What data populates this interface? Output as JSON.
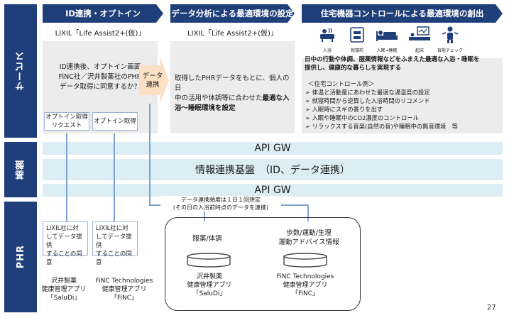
{
  "sidebar": {
    "service": "サービス",
    "base": "基盤",
    "phr": "PHR"
  },
  "columns": [
    {
      "title": "ID連携・オプトイン",
      "product": "LIXIL「Life Assist2+(仮)」"
    },
    {
      "title": "データ分析による最適環境の設定",
      "product": "LIXIL「Life Assist2+(仮)」"
    },
    {
      "title": "住宅機器コントロールによる最適環境の創出"
    }
  ],
  "optin": {
    "question_lines": [
      "ID連携後、オプトイン画面",
      "FiNC社／沢井製薬社のPHR",
      "データ取得に同意するか？"
    ],
    "request_lines": [
      "オプトイン取得",
      "リクエスト"
    ],
    "acquire": "オプトイン取得"
  },
  "data_link_arrow": [
    "データ",
    "連携"
  ],
  "analysis": {
    "lines": [
      "取得したPHRデータをもとに、個人の日",
      "中の活用や体調等に合わせた"
    ],
    "bold_inline": "最適な入",
    "bold_line": "浴～睡眠環境を設定"
  },
  "icons": [
    {
      "name": "bath",
      "label": "入浴"
    },
    {
      "name": "dressing",
      "label": "就寝前"
    },
    {
      "name": "bed-entry",
      "label": "入眠→睡眠"
    },
    {
      "name": "sleep-monitor",
      "label": "起床"
    },
    {
      "name": "health-check",
      "label": "官能チェック"
    }
  ],
  "control": {
    "headline_1": "日中の行動や体調、服薬情報などをふまえた最適な入浴・睡眠を",
    "headline_2": "提供し、健康的な暮らしを実現する",
    "example_title": "＜住宅コントロール例＞",
    "examples": [
      "体温と活動量にあわせた最適な湯温度の設定",
      "就寝時間から逆算した入浴時間のリコメンド",
      "入眠時にスギの香りを出す",
      "入眠や睡眠中のCO2濃度のコントロール",
      "リラックスする音楽(自然の音)や睡眠中の無音環境　等"
    ],
    "bullet": "➢"
  },
  "platform": {
    "api_top": "API GW",
    "core": "情報連携基盤　（ID、データ連携）",
    "api_bottom": "API GW"
  },
  "frequency": {
    "line1": "データ連携頻度は１日１回想定",
    "line2": "(その日の入浴前時点のデータを連携)"
  },
  "phr": {
    "consent_lixil": [
      "LIXIL社に対",
      "してデータ提供",
      "することの同意"
    ],
    "consent_finc": [
      "LIXIL社に対",
      "してデータ提供",
      "することの同意"
    ],
    "app_sawai": {
      "line1": "沢井製薬",
      "line2": "健康管理アプリ",
      "line3": "「SaluDi」"
    },
    "app_finc": {
      "line1": "FiNC Technologies",
      "line2": "健康管理アプリ",
      "line3": "「FiNC」"
    },
    "db_sawai_label": "服薬/体調",
    "db_finc_label_1": "歩数/運動/生理",
    "db_finc_label_2": "運動アドバイス情報"
  },
  "page_number": "27",
  "colors": {
    "navy": "#1f3f7a",
    "band": "#dcedf4",
    "arrow": "#fbe0c6",
    "line": "#7aa3d4"
  }
}
